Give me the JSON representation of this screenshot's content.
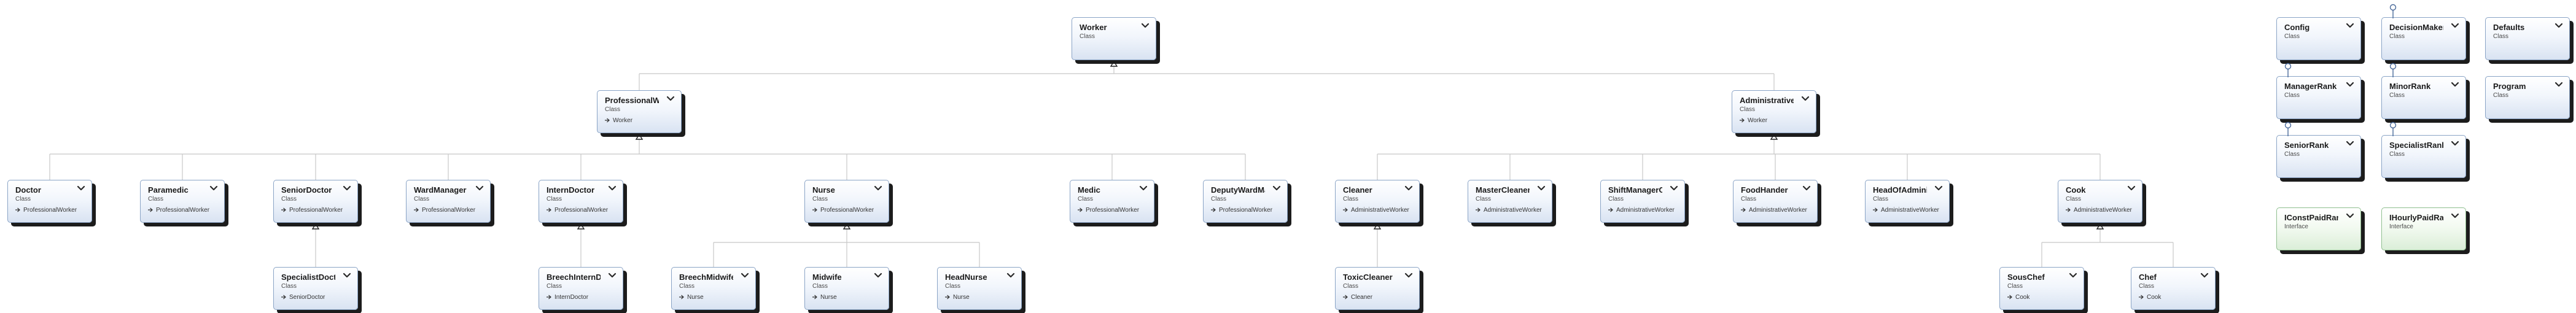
{
  "colors": {
    "edge": "#c8c8c8",
    "box_border": "#8aa4c6",
    "interface_border": "#8fbf8f",
    "shadow": "#1c1c1c"
  },
  "icons": {
    "collapse": "chevron-down-icon",
    "inheritance": "inheritance-arrow-icon",
    "implements": "interface-lollipop-icon"
  },
  "nodes": [
    {
      "id": "worker",
      "title": "Worker",
      "kind": "Class"
    },
    {
      "id": "professional_worker",
      "title": "ProfessionalWor...",
      "kind": "Class",
      "base": "Worker",
      "parent": "worker"
    },
    {
      "id": "administrative_worker",
      "title": "Administrative...",
      "kind": "Class",
      "base": "Worker",
      "parent": "worker"
    },
    {
      "id": "doctor",
      "title": "Doctor",
      "kind": "Class",
      "base": "ProfessionalWorker",
      "parent": "professional_worker"
    },
    {
      "id": "paramedic",
      "title": "Paramedic",
      "kind": "Class",
      "base": "ProfessionalWorker",
      "parent": "professional_worker"
    },
    {
      "id": "senior_doctor",
      "title": "SeniorDoctor",
      "kind": "Class",
      "base": "ProfessionalWorker",
      "parent": "professional_worker"
    },
    {
      "id": "ward_manager",
      "title": "WardManager",
      "kind": "Class",
      "base": "ProfessionalWorker",
      "parent": "professional_worker"
    },
    {
      "id": "intern_doctor",
      "title": "InternDoctor",
      "kind": "Class",
      "base": "ProfessionalWorker",
      "parent": "professional_worker"
    },
    {
      "id": "nurse",
      "title": "Nurse",
      "kind": "Class",
      "base": "ProfessionalWorker",
      "parent": "professional_worker"
    },
    {
      "id": "medic",
      "title": "Medic",
      "kind": "Class",
      "base": "ProfessionalWorker",
      "parent": "professional_worker"
    },
    {
      "id": "deputy_ward_manager",
      "title": "DeputyWardMa...",
      "kind": "Class",
      "base": "ProfessionalWorker",
      "parent": "professional_worker"
    },
    {
      "id": "cleaner",
      "title": "Cleaner",
      "kind": "Class",
      "base": "AdministrativeWorker",
      "parent": "administrative_worker"
    },
    {
      "id": "master_cleaner",
      "title": "MasterCleaner",
      "kind": "Class",
      "base": "AdministrativeWorker",
      "parent": "administrative_worker"
    },
    {
      "id": "shift_manager_cleaner",
      "title": "ShiftManagerCl...",
      "kind": "Class",
      "base": "AdministrativeWorker",
      "parent": "administrative_worker"
    },
    {
      "id": "food_hander",
      "title": "FoodHander",
      "kind": "Class",
      "base": "AdministrativeWorker",
      "parent": "administrative_worker"
    },
    {
      "id": "head_of_admin",
      "title": "HeadOfAdminis...",
      "kind": "Class",
      "base": "AdministrativeWorker",
      "parent": "administrative_worker"
    },
    {
      "id": "cook",
      "title": "Cook",
      "kind": "Class",
      "base": "AdministrativeWorker",
      "parent": "administrative_worker"
    },
    {
      "id": "specialist_doctor",
      "title": "SpecialistDoctor",
      "kind": "Class",
      "base": "SeniorDoctor",
      "parent": "senior_doctor"
    },
    {
      "id": "breech_intern_doctor",
      "title": "BreechInternDo...",
      "kind": "Class",
      "base": "InternDoctor",
      "parent": "intern_doctor"
    },
    {
      "id": "breech_midwife",
      "title": "BreechMidwife",
      "kind": "Class",
      "base": "Nurse",
      "parent": "nurse"
    },
    {
      "id": "midwife",
      "title": "Midwife",
      "kind": "Class",
      "base": "Nurse",
      "parent": "nurse"
    },
    {
      "id": "head_nurse",
      "title": "HeadNurse",
      "kind": "Class",
      "base": "Nurse",
      "parent": "nurse"
    },
    {
      "id": "toxic_cleaner",
      "title": "ToxicCleaner",
      "kind": "Class",
      "base": "Cleaner",
      "parent": "cleaner"
    },
    {
      "id": "sous_chef",
      "title": "SousChef",
      "kind": "Class",
      "base": "Cook",
      "parent": "cook"
    },
    {
      "id": "chef",
      "title": "Chef",
      "kind": "Class",
      "base": "Cook",
      "parent": "cook"
    },
    {
      "id": "config",
      "title": "Config",
      "kind": "Class"
    },
    {
      "id": "decision_maker_rank",
      "title": "DecisionMakerR...",
      "kind": "Class",
      "implements": true
    },
    {
      "id": "defaults",
      "title": "Defaults",
      "kind": "Class"
    },
    {
      "id": "manager_rank",
      "title": "ManagerRank",
      "kind": "Class",
      "implements": true
    },
    {
      "id": "minor_rank",
      "title": "MinorRank",
      "kind": "Class",
      "implements": true
    },
    {
      "id": "program",
      "title": "Program",
      "kind": "Class"
    },
    {
      "id": "senior_rank",
      "title": "SeniorRank",
      "kind": "Class",
      "implements": true
    },
    {
      "id": "specialist_rank",
      "title": "SpecialistRank",
      "kind": "Class",
      "implements": true
    },
    {
      "id": "iconst_paid_rank",
      "title": "IConstPaidRank",
      "kind": "Interface",
      "interface": true
    },
    {
      "id": "ihourly_paid_rank",
      "title": "IHourlyPaidRank",
      "kind": "Interface",
      "interface": true
    }
  ]
}
